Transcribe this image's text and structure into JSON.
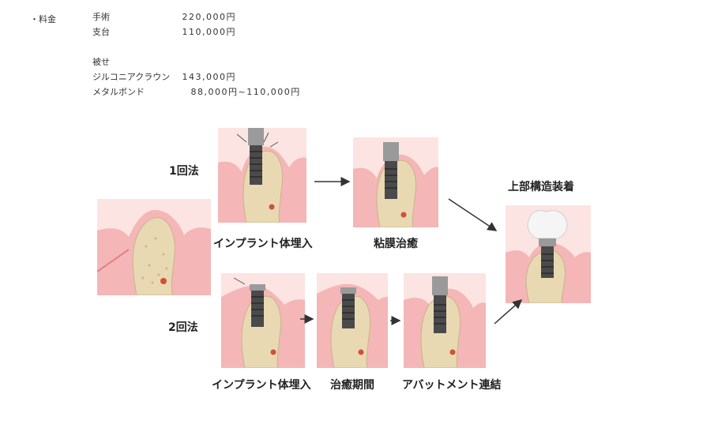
{
  "prices": {
    "bullet": "・料金",
    "rows": [
      {
        "name": "手術",
        "price": "220,000円"
      },
      {
        "name": "支台",
        "price": "110,000円"
      },
      {
        "name": "被せ",
        "price": ""
      },
      {
        "name": "ジルコニアクラウン",
        "price": "143,000円"
      },
      {
        "name": "メタルボンド",
        "price": "88,000円~110,000円"
      }
    ]
  },
  "diagram": {
    "method1_label": "1回法",
    "method2_label": "2回法",
    "final_label": "上部構造装着",
    "m1_steps": [
      "インプラント体埋入",
      "粘膜治癒"
    ],
    "m2_steps": [
      "インプラント体埋入",
      "治癒期間",
      "アバットメント連結"
    ]
  },
  "colors": {
    "gum": "#f4b6b6",
    "gum_light": "#fbd6d4",
    "bone": "#e8d9b3",
    "bone_dark": "#c9b48a",
    "implant": "#4a4a4a",
    "text": "#222222"
  }
}
